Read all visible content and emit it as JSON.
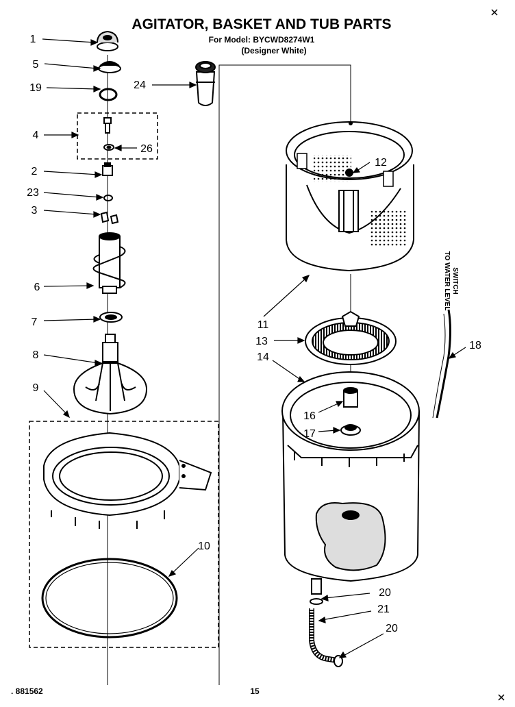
{
  "header": {
    "title": "AGITATOR, BASKET AND TUB PARTS",
    "model_line": "For Model: BYCWD8274W1",
    "color_line": "(Designer White)"
  },
  "side_note": {
    "line1": "TO WATER LEVEL",
    "line2": "SWITCH"
  },
  "callouts": {
    "c1": "1",
    "c5": "5",
    "c19": "19",
    "c24": "24",
    "c4": "4",
    "c26": "26",
    "c2": "2",
    "c23": "23",
    "c3": "3",
    "c12": "12",
    "c6": "6",
    "c7": "7",
    "c11": "11",
    "c13": "13",
    "c18": "18",
    "c8": "8",
    "c14": "14",
    "c9": "9",
    "c16": "16",
    "c17": "17",
    "c10": "10",
    "c20a": "20",
    "c21": "21",
    "c20b": "20"
  },
  "footer": {
    "doc_number": ". 881562",
    "page_number": "15"
  }
}
